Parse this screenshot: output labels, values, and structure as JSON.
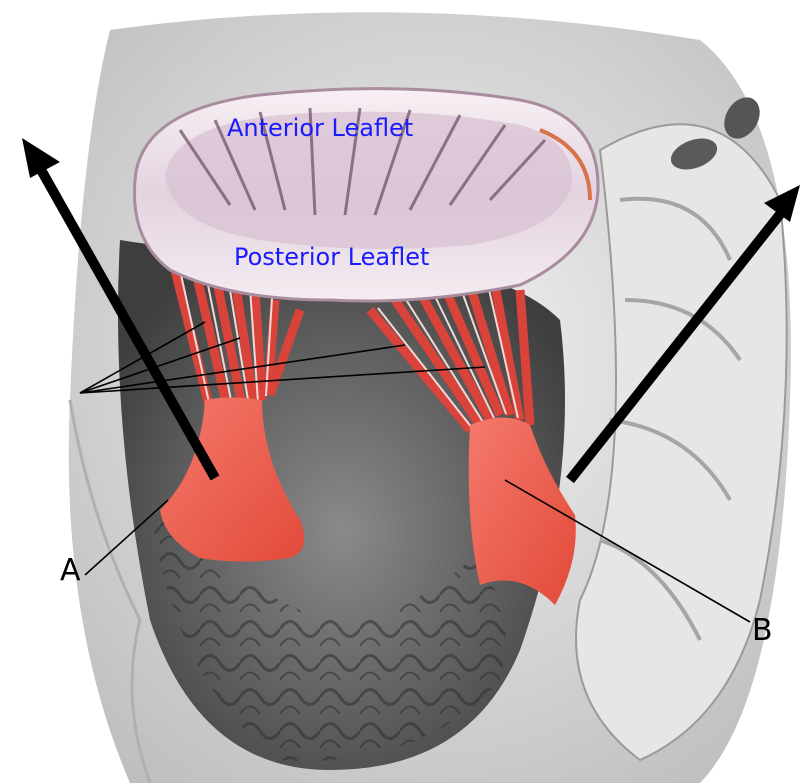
{
  "labels": {
    "anterior_leaflet": "Anterior Leaflet",
    "posterior_leaflet": "Posterior Leaflet",
    "marker_a": "A",
    "marker_b": "B"
  },
  "colors": {
    "leaflet_text": "#1a1aff",
    "papillary_muscle": "#ee5a4a",
    "chordae": "#d9433a",
    "arrows": "#000000",
    "heart_wall": "#d9d9d9",
    "ventricle_cavity": "#6e6e6e"
  },
  "arrows": [
    {
      "name": "left-arrow",
      "direction": "up-left"
    },
    {
      "name": "right-arrow",
      "direction": "up-right"
    }
  ]
}
